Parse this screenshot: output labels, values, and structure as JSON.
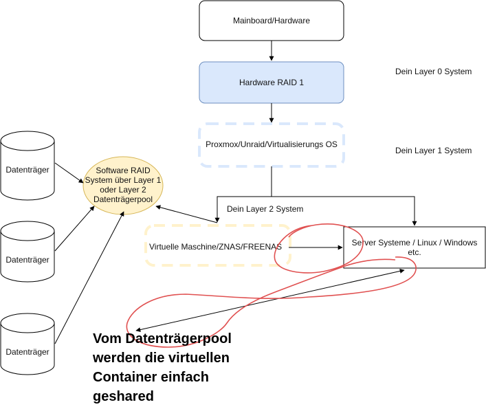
{
  "nodes": {
    "mainboard": "Mainboard/Hardware",
    "hardware_raid": "Hardware RAID 1",
    "proxmox": "Proxmox/Unraid/Virtualisierungs OS",
    "software_raid": [
      "Software RAID",
      "System über Layer 1",
      "oder Layer 2",
      "Datenträgerpool"
    ],
    "vm_nas": "Virtuelle Maschine/ZNAS/FREENAS",
    "server_systems": [
      "Server Systeme / Linux / Windows",
      "etc."
    ],
    "disk_1": "Datenträger",
    "disk_2": "Datenträger",
    "disk_3": "Datenträger"
  },
  "labels": {
    "layer0": "Dein Layer 0 System",
    "layer1": "Dein Layer 1 System",
    "layer2": "Dein Layer 2 System"
  },
  "annotation": [
    "Vom Datenträgerpool",
    "werden die virtuellen",
    "Container einfach",
    "geshared"
  ],
  "colors": {
    "raid_fill": "#dae8fc",
    "raid_stroke": "#6c8ebf",
    "ellipse_fill": "#fff2cc",
    "ellipse_stroke": "#d6b656",
    "dashed_blue": "#dae8fc",
    "dashed_yellow": "#fff2cc",
    "scribble": "#e05050"
  }
}
